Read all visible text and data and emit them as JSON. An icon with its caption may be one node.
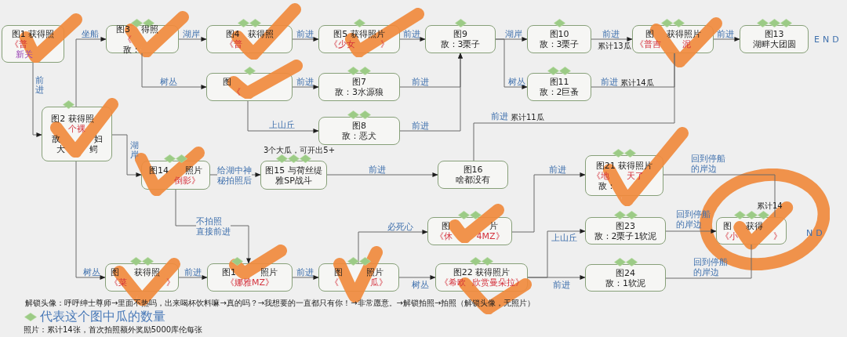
{
  "diagram": {
    "nodes": [
      {
        "text": [
          "图1 获得照",
          "《普",
          "新关"
        ]
      },
      {
        "text": [
          "图3",
          "得照",
          "《",
          "敌："
        ]
      },
      {
        "text": [
          "图4",
          "获得照",
          "《普"
        ]
      },
      {
        "text": [
          "图5 获得照片",
          "《少女",
          "》"
        ]
      },
      {
        "text": [
          "图9",
          "敌：3栗子"
        ]
      },
      {
        "text": [
          "图10",
          "敌：3栗子"
        ]
      },
      {
        "text": [
          "图",
          "获得照片",
          "《普吉",
          "泥"
        ]
      },
      {
        "text": [
          "图13",
          "湖畔大团圆"
        ]
      },
      {
        "text": [
          "图",
          "《"
        ]
      },
      {
        "text": [
          "图7",
          "敌：3水源狼"
        ]
      },
      {
        "text": [
          "图11",
          "敌：2巨蚤"
        ]
      },
      {
        "text": [
          "图2 获得照",
          "个裸",
          "敌",
          "妇",
          "大",
          "鳄"
        ]
      },
      {
        "text": [
          "图8",
          "敌：恶犬"
        ]
      },
      {
        "text": [
          "图14",
          "照片",
          "倒影》"
        ]
      },
      {
        "text": [
          "图15 与荷丝缇雅SP战斗"
        ]
      },
      {
        "text": [
          "图16",
          "啥都没有"
        ]
      },
      {
        "text": [
          "图21 获得照片",
          "《地",
          "天了",
          "敌："
        ]
      },
      {
        "text": [
          "图",
          "获得",
          "《小",
          "》"
        ]
      },
      {
        "text": [
          "图",
          "片",
          "《休",
          "4MZ》"
        ]
      },
      {
        "text": [
          "图23",
          "敌：2栗子1软泥"
        ]
      },
      {
        "text": [
          "图",
          "获得照",
          "《菜",
          "》"
        ]
      },
      {
        "text": [
          "图1",
          "照片",
          "《娜雅MZ》"
        ]
      },
      {
        "text": [
          "图",
          "照片",
          "《",
          "瓜》"
        ]
      },
      {
        "text": [
          "图22 获得照片",
          "《希欧",
          "欣赏曼朵拉》"
        ]
      },
      {
        "text": [
          "图24",
          "敌：1软泥"
        ]
      }
    ],
    "edges": [
      {
        "from": 0,
        "to": 11,
        "label": "前进",
        "arrow": "to"
      },
      {
        "from": 11,
        "to": 1,
        "label": "坐船",
        "arrow": "to"
      },
      {
        "from": 1,
        "to": 2,
        "label": "湖岸",
        "arrow": "to"
      },
      {
        "from": 1,
        "to": 8,
        "label": "树丛",
        "arrow": "to"
      },
      {
        "from": 2,
        "to": 3,
        "label": "前进",
        "arrow": "to"
      },
      {
        "from": 8,
        "to": 9,
        "label": "前进",
        "arrow": "to"
      },
      {
        "from": 8,
        "to": 12,
        "label": "上山丘",
        "arrow": "to"
      },
      {
        "from": 3,
        "to": 4,
        "label": "前进",
        "arrow": "to"
      },
      {
        "from": 9,
        "to": 4,
        "label": "前进",
        "arrow": "to"
      },
      {
        "from": 12,
        "to": 4,
        "label": "前进",
        "arrow": "to"
      },
      {
        "from": 4,
        "to": 5,
        "label": "湖岸",
        "arrow": "to"
      },
      {
        "from": 4,
        "to": 10,
        "label": "树丛",
        "arrow": "to"
      },
      {
        "from": 5,
        "to": 6,
        "label": "前进",
        "arrow": "to"
      },
      {
        "from": 10,
        "to": 6,
        "label": "前进",
        "arrow": "none"
      },
      {
        "from": 15,
        "to": 6,
        "label": "前进",
        "arrow": "none"
      },
      {
        "from": 6,
        "to": 7,
        "label": "前进",
        "arrow": "to"
      },
      {
        "from": 11,
        "to": 13,
        "label": "湖岸",
        "arrow": "to"
      },
      {
        "from": 11,
        "to": 20,
        "label": "树丛",
        "arrow": "to"
      },
      {
        "from": 13,
        "to": 14,
        "label": "给湖中神秘拍照后",
        "arrow": "to"
      },
      {
        "from": 13,
        "to": 21,
        "label": "不拍照直接前进",
        "arrow": "to"
      },
      {
        "from": 14,
        "to": 15,
        "label": "前进",
        "arrow": "to"
      },
      {
        "from": 20,
        "to": 21,
        "label": "前进",
        "arrow": "to"
      },
      {
        "from": 21,
        "to": 22,
        "label": "前进",
        "arrow": "to"
      },
      {
        "from": 22,
        "to": 18,
        "label": "必死心",
        "arrow": "to"
      },
      {
        "from": 22,
        "to": 23,
        "label": "树丛",
        "arrow": "to"
      },
      {
        "from": 18,
        "to": 16,
        "label": "前进",
        "arrow": "to"
      },
      {
        "from": 23,
        "to": 19,
        "label": "上山丘",
        "arrow": "to"
      },
      {
        "from": 23,
        "to": 24,
        "label": "前进",
        "arrow": "to"
      },
      {
        "from": 16,
        "to": 17,
        "label": "回到停船的岸边",
        "arrow": "none"
      },
      {
        "from": 19,
        "to": 17,
        "label": "回到停船的岸边",
        "arrow": "to"
      },
      {
        "from": 24,
        "to": 17,
        "label": "回到停船的岸边",
        "arrow": "none"
      }
    ],
    "labels": [
      "累计13瓜",
      "END",
      "累计14瓜",
      "累计11瓜",
      "3个大瓜，可开出5+",
      "累计14",
      "ND",
      "解锁头像：呼呼绅士尊师→里面不热吗，出来喝杯饮料嘛→真的吗？→我想要的一直都只有你！→非常愿意。→解锁拍照→拍照（解锁头像，无照片）",
      "照片：累计14张，首次拍照额外奖励5000库伦每张"
    ],
    "legend": [
      {
        "text": "代表这个图中瓜的数量"
      }
    ]
  }
}
